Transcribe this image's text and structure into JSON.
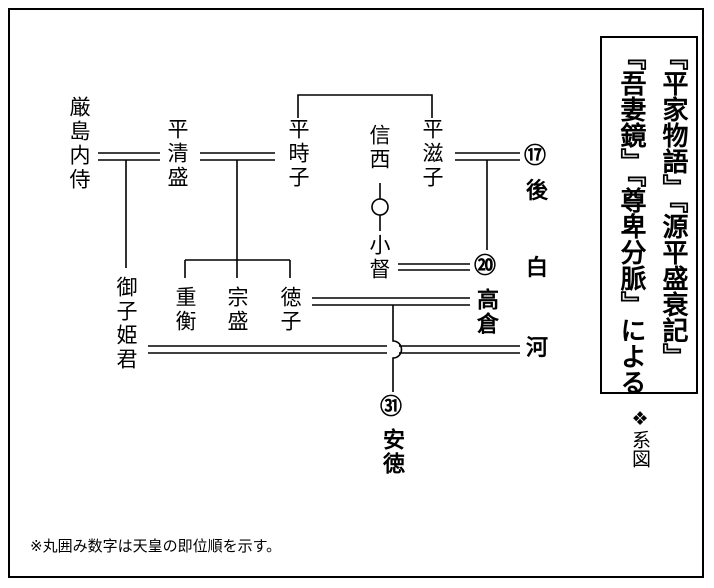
{
  "title": {
    "col1": "『平家物語』『源平盛衰記』",
    "col2": "『吾妻鏡』『尊卑分脈』による"
  },
  "legend": "❖系図",
  "note": "※丸囲み数字は天皇の即位順を示す。",
  "people": {
    "itsukushima": "厳島内侍",
    "kiyomori": "平清盛",
    "tokiko": "平時子",
    "shinzei": "信西",
    "shigeko": "平滋子",
    "kogo": "小督",
    "onkohime": "御子姫君",
    "shigehira": "重衡",
    "munemori": "宗盛",
    "tokuko": "徳子"
  },
  "emperors": {
    "goshirakawa_num": "⑰",
    "goshirakawa_1": "後",
    "goshirakawa_2": "白",
    "goshirakawa_3": "河",
    "takakura_num": "⑳",
    "takakura": "高倉",
    "antoku_num": "㉛",
    "antoku": "安徳"
  },
  "colors": {
    "line": "#000000",
    "background": "#ffffff"
  }
}
